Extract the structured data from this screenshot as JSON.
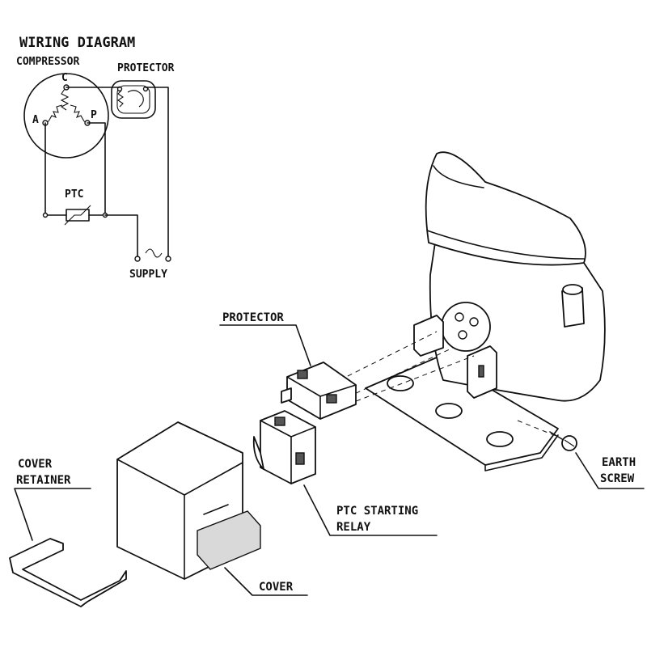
{
  "wiring": {
    "title": "WIRING DIAGRAM",
    "compressor": "COMPRESSOR",
    "protector": "PROTECTOR",
    "terminal_c": "C",
    "terminal_a": "A",
    "terminal_p": "P",
    "ptc": "PTC",
    "supply": "SUPPLY"
  },
  "callouts": {
    "protector": "PROTECTOR",
    "earth_line1": "EARTH",
    "earth_line2": "SCREW",
    "ptc_line1": "PTC STARTING",
    "ptc_line2": "RELAY",
    "retainer_line1": "COVER",
    "retainer_line2": "RETAINER",
    "cover": "COVER"
  }
}
